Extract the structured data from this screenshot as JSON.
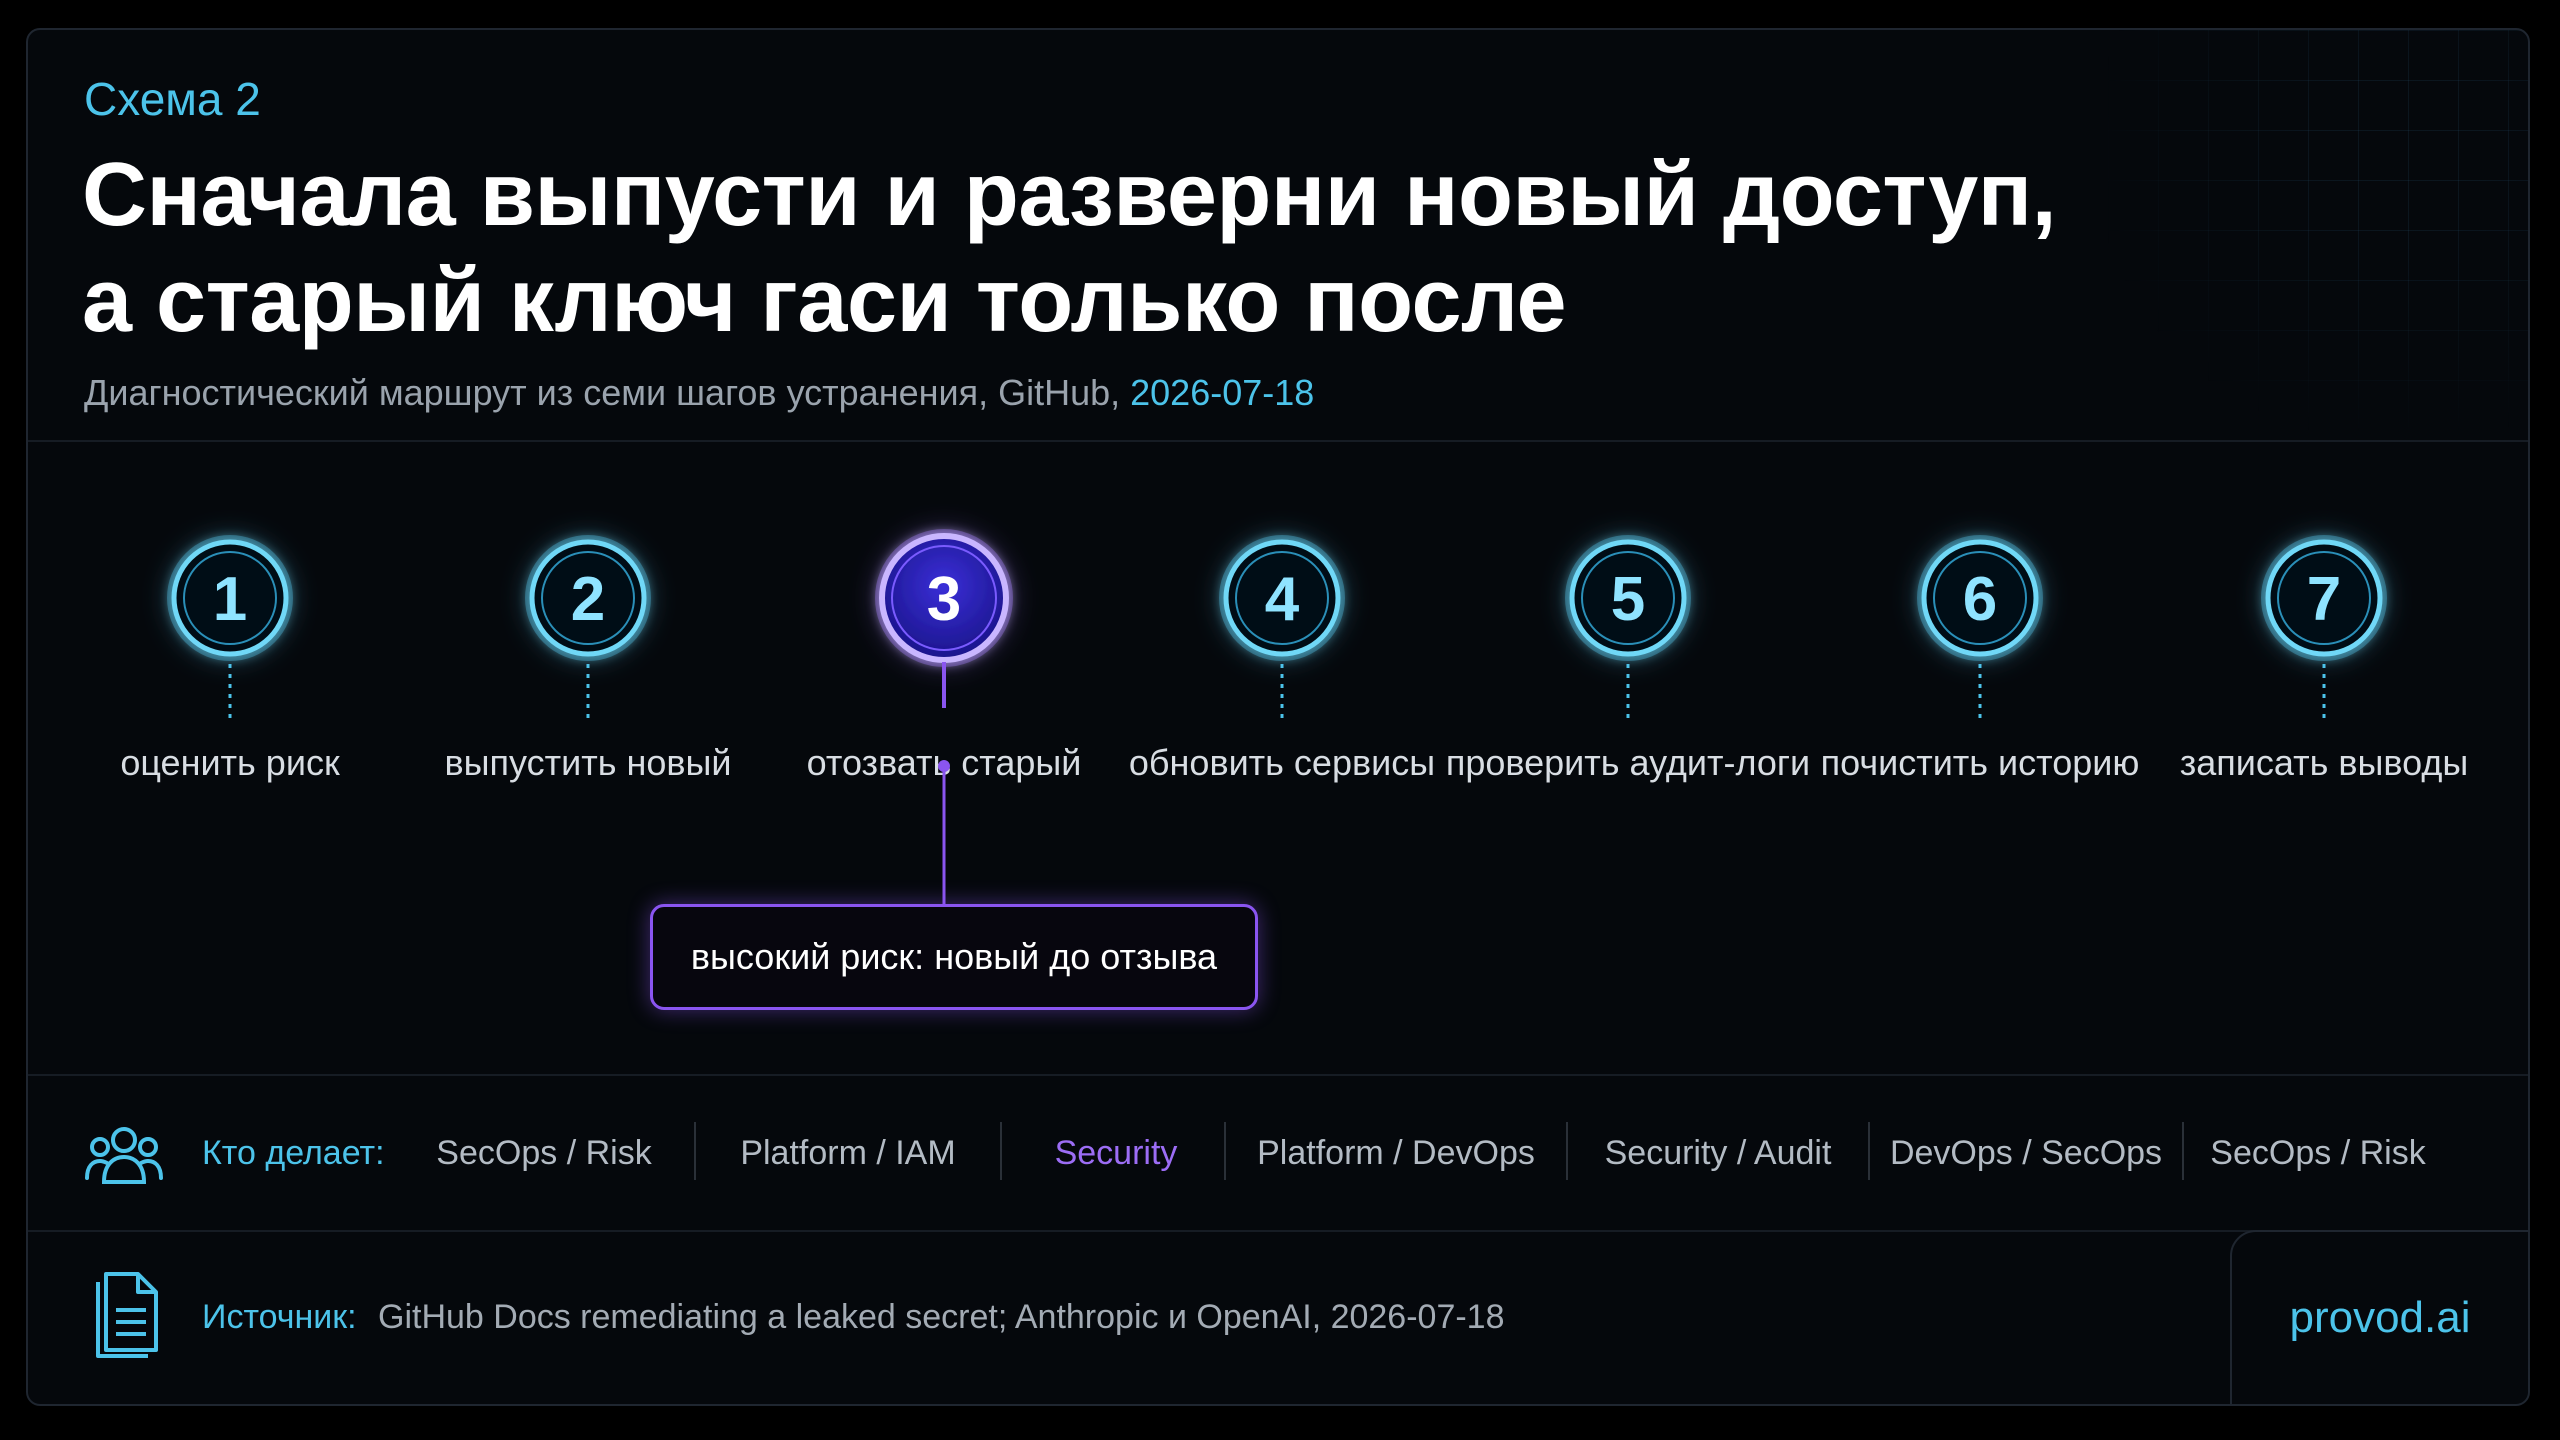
{
  "header": {
    "kicker": "Схема 2",
    "title_line1": "Сначала выпусти и разверни новый доступ,",
    "title_line2": "а старый ключ гаси только после",
    "subtitle_prefix": "Диагностический маршрут из семи шагов устранения, GitHub, ",
    "subtitle_date": "2026-07-18"
  },
  "steps": [
    {
      "number": "1",
      "label": "оценить риск"
    },
    {
      "number": "2",
      "label": "выпустить новый"
    },
    {
      "number": "3",
      "label": "отозвать старый",
      "active": true
    },
    {
      "number": "4",
      "label": "обновить сервисы"
    },
    {
      "number": "5",
      "label": "проверить аудит-логи"
    },
    {
      "number": "6",
      "label": "почистить историю"
    },
    {
      "number": "7",
      "label": "записать выводы"
    }
  ],
  "callout": {
    "text": "высокий риск: новый до отзыва",
    "step": "3"
  },
  "roles": {
    "label": "Кто делает:",
    "items": [
      "SecOps / Risk",
      "Platform / IAM",
      "Security",
      "Platform / DevOps",
      "Security / Audit",
      "DevOps / SecOps",
      "SecOps / Risk"
    ],
    "active_index": 2
  },
  "footer": {
    "source_label": "Источник:",
    "source_text": "GitHub Docs remediating a leaked secret; Anthropic и OpenAI, 2026-07-18",
    "brand": "provod.ai"
  },
  "colors": {
    "accent": "#4cc3ea",
    "highlight": "#8a55f0",
    "background": "#05080c",
    "title": "#ffffff"
  },
  "icons": {
    "roles": "people-group-icon",
    "source": "document-icon"
  }
}
